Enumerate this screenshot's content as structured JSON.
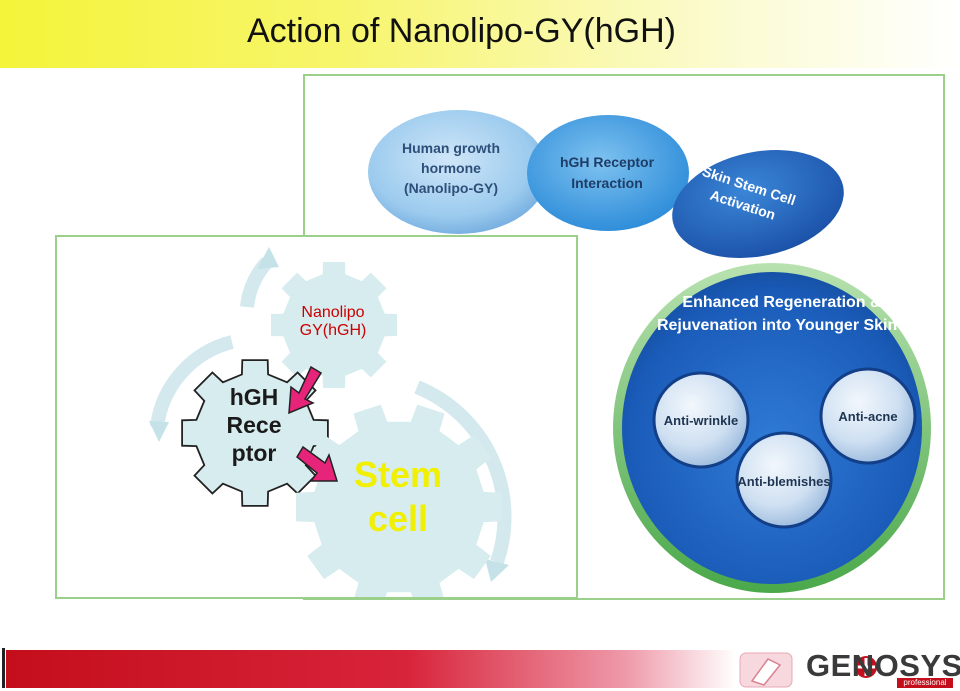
{
  "title": "Action of Nanolipo-GY(hGH)",
  "top_diagram": {
    "step1": [
      "Human growth",
      "hormone",
      "(Nanolipo-GY)"
    ],
    "step2": [
      "hGH Receptor",
      "Interaction"
    ],
    "step3": [
      "Skin Stem Cell",
      "Activation"
    ],
    "main": [
      "Enhanced Regeneration &",
      "Rejuvenation into Younger Skin !"
    ],
    "effects": [
      "Anti-wrinkle",
      "Anti-acne",
      "Anti-blemishes"
    ]
  },
  "gear_diagram": {
    "gear1": [
      "Nanolipo",
      "GY(hGH)"
    ],
    "gear2": [
      "hGH",
      "Rece",
      "ptor"
    ],
    "gear3": [
      "Stem",
      "cell"
    ]
  },
  "logo": {
    "brand": "GENOSYS",
    "tagline": "professional"
  },
  "colors": {
    "title_bar": "#f4f43a",
    "footer_red": "#c40e1c",
    "bubble_blue": "#1a5fb8",
    "gear_fill": "#d7ecef",
    "stem_text": "#f0f000",
    "nanolipo_text": "#cc0000",
    "arrow_pink": "#e6247a"
  }
}
